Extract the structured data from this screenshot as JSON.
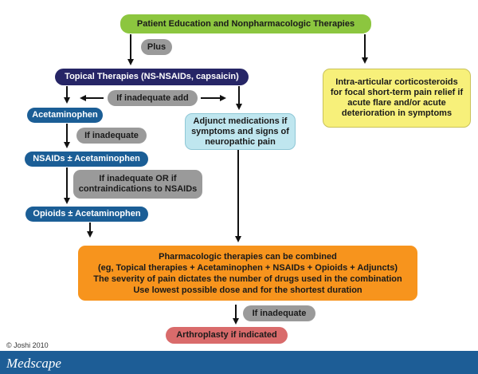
{
  "boxes": {
    "patient_education": "Patient Education and Nonpharmacologic Therapies",
    "plus": "Plus",
    "topical": "Topical Therapies (NS-NSAIDs, capsaicin)",
    "intra_articular": "Intra-articular corticosteroids for focal short-term pain relief if acute flare and/or acute deterioration in symptoms",
    "if_inadequate_add": "If inadequate add",
    "acetaminophen": "Acetaminophen",
    "adjunct": "Adjunct medications if symptoms and signs of neuropathic pain",
    "if_inadequate_1": "If inadequate",
    "nsaids": "NSAIDs ± Acetaminophen",
    "if_inadequate_or": "If inadequate OR if contraindications to NSAIDs",
    "opioids": "Opioids ± Acetaminophen",
    "pharm_line1": "Pharmacologic therapies can be combined",
    "pharm_line2": "(eg, Topical therapies + Acetaminophen + NSAIDs + Opioids + Adjuncts)",
    "pharm_line3": "The severity of pain dictates the number of drugs used in the combination",
    "pharm_line4": "Use lowest possible dose and for the shortest duration",
    "if_inadequate_2": "If inadequate",
    "arthroplasty": "Arthroplasty if indicated"
  },
  "footer": {
    "copyright": "© Joshi 2010",
    "logo": "Medscape"
  },
  "colors": {
    "green": "#8cc63f",
    "navy": "#262566",
    "blue": "#1b5e96",
    "grey": "#9a9a9a",
    "yellow": "#f7f07a",
    "cyan": "#bfe6ef",
    "orange": "#f7941d",
    "red": "#d96b6b",
    "footer": "#1d5d96"
  }
}
